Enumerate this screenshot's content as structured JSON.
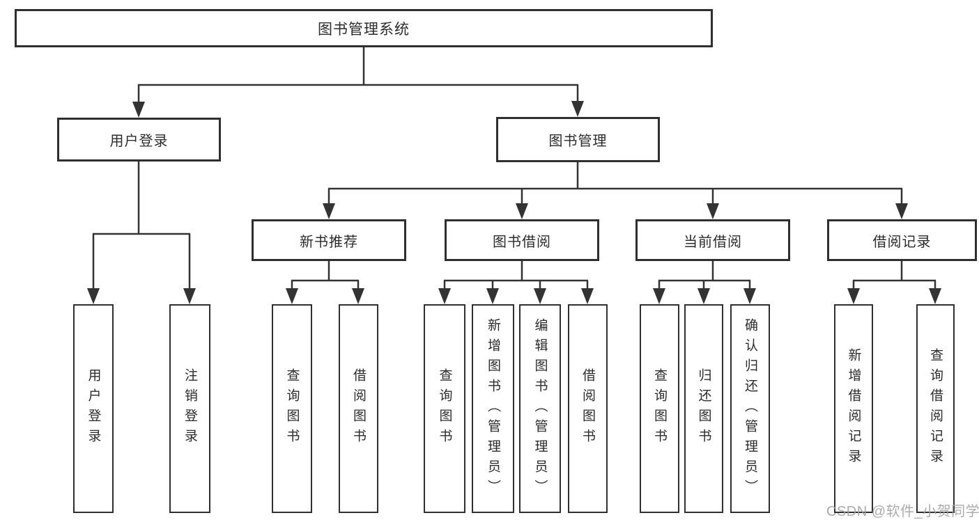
{
  "tree": {
    "root_label": "图书管理系统",
    "branches": [
      {
        "label": "用户登录",
        "children": [
          {
            "label": "用户登录"
          },
          {
            "label": "注销登录"
          }
        ]
      },
      {
        "label": "图书管理",
        "children": [
          {
            "label": "新书推荐",
            "children": [
              {
                "label": "查询图书"
              },
              {
                "label": "借阅图书"
              }
            ]
          },
          {
            "label": "图书借阅",
            "children": [
              {
                "label": "查询图书"
              },
              {
                "label": "新增图书（管理员）"
              },
              {
                "label": "编辑图书（管理员）"
              },
              {
                "label": "借阅图书"
              }
            ]
          },
          {
            "label": "当前借阅",
            "children": [
              {
                "label": "查询图书"
              },
              {
                "label": "归还图书"
              },
              {
                "label": "确认归还（管理员）"
              }
            ]
          },
          {
            "label": "借阅记录",
            "children": [
              {
                "label": "新增借阅记录"
              },
              {
                "label": "查询借阅记录"
              }
            ]
          }
        ]
      }
    ]
  },
  "watermark": {
    "text": "CSDN @软件_小贺同学"
  },
  "colors": {
    "line": "#333333",
    "box_border": "#2f2f2f",
    "text": "#2b2b2b",
    "watermark": "#a3a3a3",
    "background": "#ffffff"
  }
}
